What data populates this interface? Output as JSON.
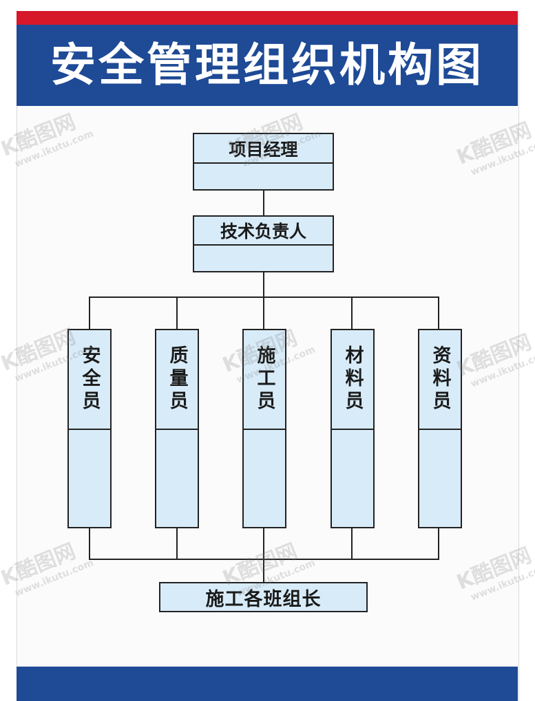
{
  "title": "安全管理组织机构图",
  "org_chart": {
    "top": [
      "项目经理",
      "技术负责人"
    ],
    "staff": [
      "安全员",
      "质量员",
      "施工员",
      "材料员",
      "资料员"
    ],
    "bottom": "施工各班组长"
  },
  "watermark": {
    "brand": "K酷图网",
    "url": "www.ikutu.com"
  },
  "colors": {
    "header": "#1e4a96",
    "stripe": "#d6182a",
    "box_fill": "#d8ebf8"
  }
}
